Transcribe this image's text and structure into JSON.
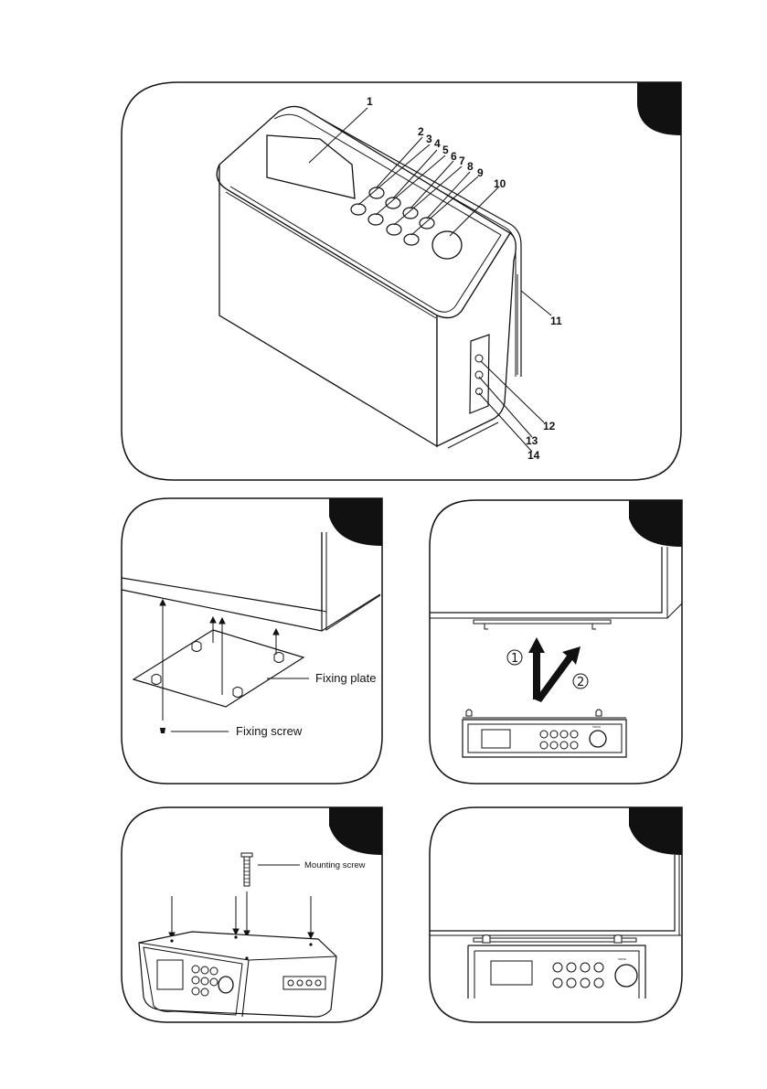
{
  "panel1": {
    "callouts": [
      "1",
      "2",
      "3",
      "4",
      "5",
      "6",
      "7",
      "8",
      "9",
      "10",
      "11",
      "12",
      "13",
      "14"
    ]
  },
  "panel2": {
    "fixing_plate_label": "Fixing plate",
    "fixing_screw_label": "Fixing screw"
  },
  "panel3": {
    "step1": "①",
    "step2": "②",
    "brand": "hama"
  },
  "panel4": {
    "mounting_screw_label": "Mounting screw"
  },
  "panel5": {
    "brand": "hama"
  }
}
